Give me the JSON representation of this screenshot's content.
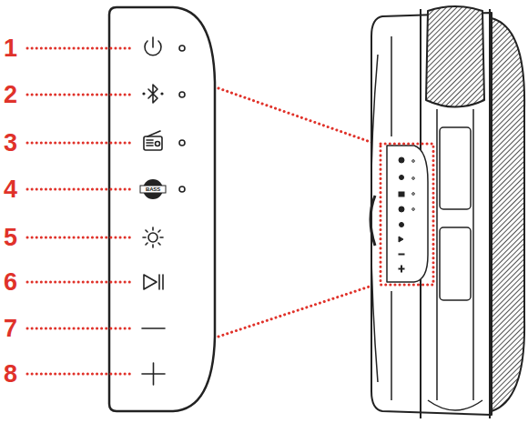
{
  "diagram": {
    "labels": [
      "1",
      "2",
      "3",
      "4",
      "5",
      "6",
      "7",
      "8",
      "BASS"
    ]
  }
}
